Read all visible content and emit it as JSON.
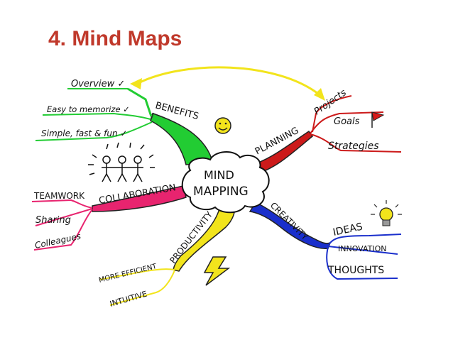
{
  "slide": {
    "title": "4. Mind Maps",
    "title_color": "#c0392b"
  },
  "mindmap": {
    "center": {
      "line1": "MIND",
      "line2": "MAPPING"
    },
    "branches": {
      "benefits": {
        "label": "BENEFITS",
        "color": "#22cc33",
        "items": [
          "Overview ✓",
          "Easy to memorize ✓",
          "Simple, fast & fun ✓"
        ],
        "icon": "smiley-face-icon"
      },
      "planning": {
        "label": "PLANNING",
        "color": "#cc1a1a",
        "subtopic": "Projects",
        "items": [
          "Goals",
          "Strategies"
        ],
        "icon": "flag-icon"
      },
      "collaboration": {
        "label": "COLLABORATION",
        "color": "#e8246f",
        "items": [
          "TEAMWORK",
          "Sharing",
          "Colleagues"
        ],
        "icon": "people-stick-figures-icon"
      },
      "creativity": {
        "label": "CREATIVITY",
        "color": "#1a2fcc",
        "items": [
          "IDEAS",
          "INNOVATION",
          "THOUGHTS"
        ],
        "icon": "lightbulb-icon"
      },
      "productivity": {
        "label": "PRODUCTIVITY",
        "color": "#f2e41c",
        "items": [
          "MORE EFFICIENT",
          "INTUITIVE"
        ],
        "icon": "lightning-bolt-icon"
      }
    }
  }
}
